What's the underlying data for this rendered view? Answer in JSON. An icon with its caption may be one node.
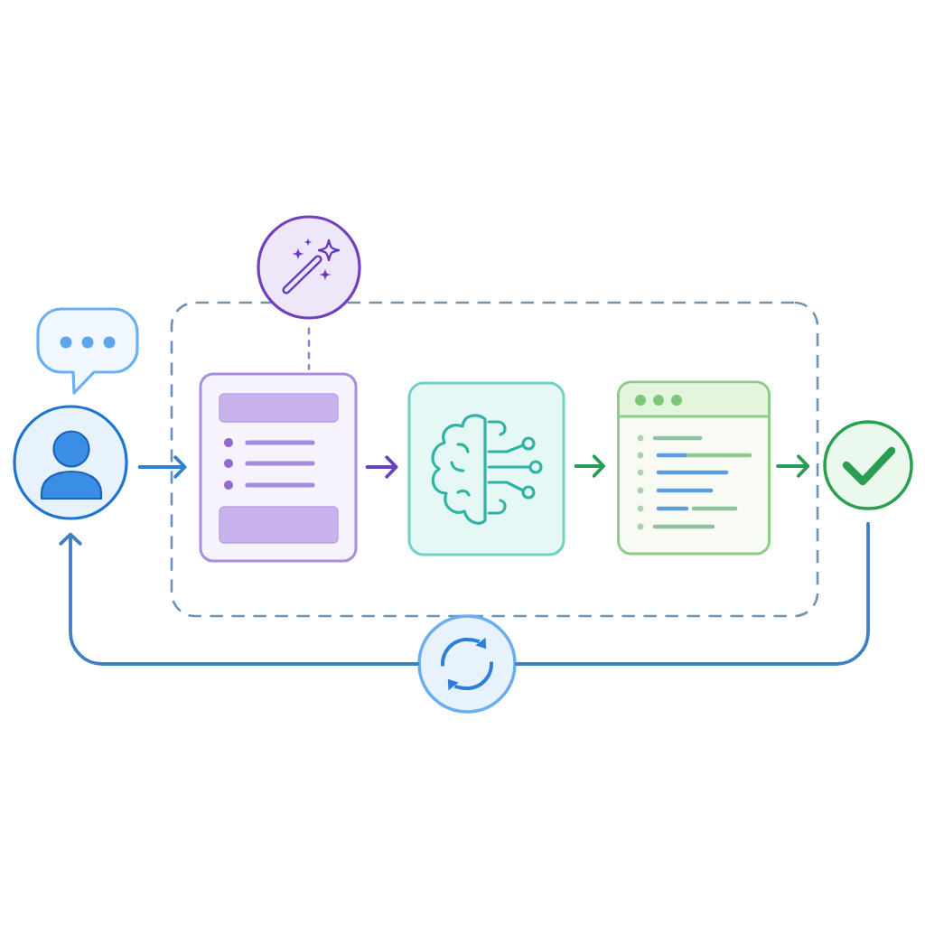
{
  "diagram": {
    "nodes": [
      {
        "text": [],
        "shape": "circle"
      },
      {
        "text": [],
        "shape": "box"
      },
      {
        "text": [],
        "shape": "circle"
      },
      {
        "text": [],
        "shape": "box",
        "in": 1
      },
      {
        "text": [],
        "shape": "box",
        "in": 1
      },
      {
        "text": [],
        "shape": "box",
        "in": 1
      },
      {
        "text": [],
        "shape": "circle"
      },
      {
        "text": [],
        "shape": "circle"
      }
    ],
    "edges": [
      {
        "from": 0,
        "to": 3,
        "arrow": "to",
        "color": "#2f7fd6"
      },
      {
        "from": 2,
        "to": 3,
        "arrow": "none",
        "style": "dashed",
        "color": "#9a80d0"
      },
      {
        "from": 3,
        "to": 4,
        "arrow": "to",
        "color": "#6a3fc0"
      },
      {
        "from": 4,
        "to": 5,
        "arrow": "to",
        "color": "#2a9a58"
      },
      {
        "from": 5,
        "to": 6,
        "arrow": "to",
        "color": "#2a9a58"
      },
      {
        "from": 6,
        "to": 7,
        "arrow": "none",
        "color": "#3f7fc5"
      },
      {
        "from": 7,
        "to": 0,
        "arrow": "to",
        "color": "#3f7fc5"
      }
    ]
  }
}
